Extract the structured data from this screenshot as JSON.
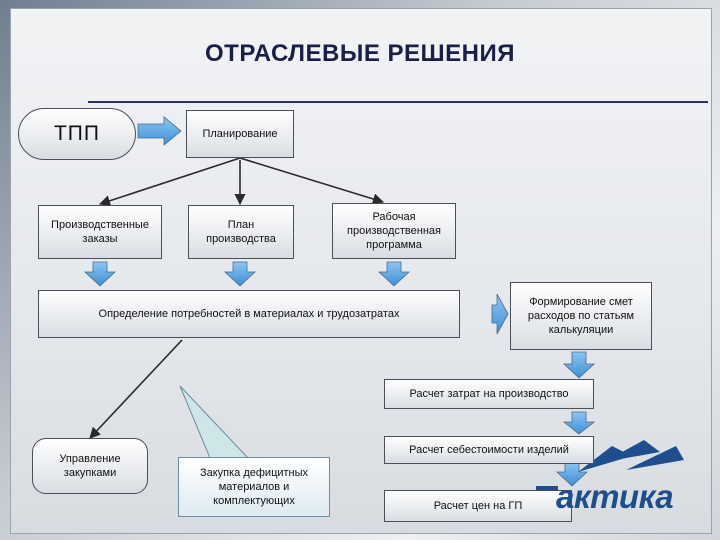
{
  "title": "ОТРАСЛЕВЫЕ РЕШЕНИЯ",
  "nodes": {
    "tpp": "ТПП",
    "planning": "Планирование",
    "prod_orders": "Производственные заказы",
    "prod_plan": "План производства",
    "work_program": "Рабочая производственная программа",
    "requirements": "Определение потребностей в материалах и трудозатратах",
    "cost_estimates": "Формирование смет расходов по статьям калькуляции",
    "production_costs": "Расчет затрат на производство",
    "procurement": "Управление закупками",
    "deficit_purchase": "Закупка дефицитных материалов и комплектующих",
    "product_cost": "Расчет себестоимости изделий",
    "prices": "Расчет цен на ГП"
  },
  "logo": {
    "text": "актика",
    "color": "#1d4f8f"
  },
  "colors": {
    "title": "#1a1f4a",
    "arrow_fill": "#5aa6e6",
    "line": "#2a2a2a"
  }
}
